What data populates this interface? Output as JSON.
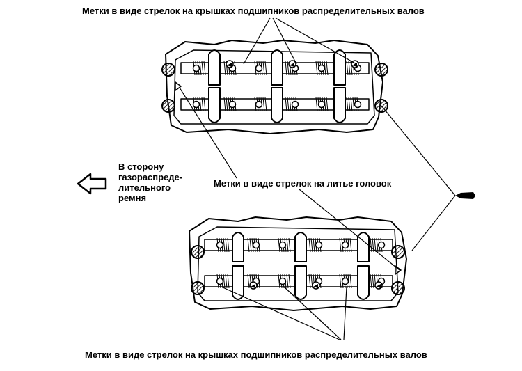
{
  "labels": {
    "camshaft_cap_marks_top": "Метки в виде стрелок на крышках подшипников распределительных валов",
    "camshaft_cap_marks_bottom": "Метки в виде стрелок на крышках подшипников распределительных валов",
    "head_casting_marks": "Метки в виде стрелок на литье головок",
    "timing_belt_direction": [
      "В сторону",
      "газораспреде-",
      "лительного",
      "ремня"
    ]
  },
  "colors": {
    "ink": "#000000",
    "paper": "#ffffff",
    "hatch": "#222222"
  },
  "icons": {
    "direction_arrow": "hollow-left-arrow-icon",
    "marker": "black-wedge-pointer-icon"
  }
}
